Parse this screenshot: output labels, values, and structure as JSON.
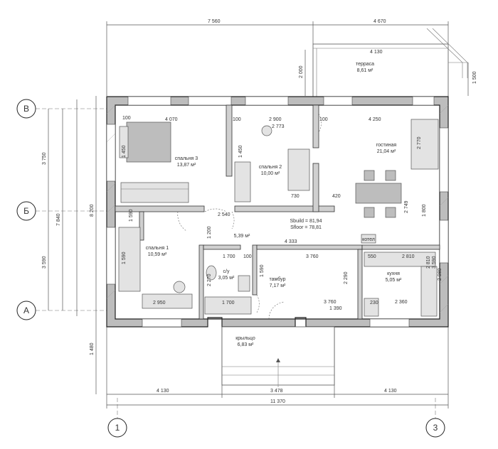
{
  "axes": {
    "A": "А",
    "B": "Б",
    "V": "В",
    "n1": "1",
    "n3": "3"
  },
  "rooms": {
    "terrace": {
      "name": "терраса",
      "area": "8,61 м²"
    },
    "bedroom3": {
      "name": "спальня 3",
      "area": "13,87 м²"
    },
    "bedroom2": {
      "name": "спальня 2",
      "area": "10,00 м²"
    },
    "living": {
      "name": "гостиная",
      "area": "21,04 м²"
    },
    "hall": {
      "area": "5,39 м²"
    },
    "bedroom1": {
      "name": "спальня 1",
      "area": "10,59 м²"
    },
    "bath": {
      "name": "с/у",
      "area": "3,05 м²"
    },
    "vestibule": {
      "name": "тамбур",
      "area": "7,17 м²"
    },
    "kitchen": {
      "name": "кухня",
      "area": "5,05 м²"
    },
    "porch": {
      "name": "крыльцо",
      "area": "6,83 м²"
    }
  },
  "totals": {
    "sbuild": "Sbuild = 81,94",
    "sfloor": "Sfloor = 78,81"
  },
  "kotel_label": "котел",
  "dims": {
    "top_total": "7 560",
    "top_right": "4 670",
    "terrace_w": "4 130",
    "terrace_h": "2 000",
    "terrace_right": "1 500",
    "left_v1": "3 750",
    "left_total": "7 840",
    "left_v2": "3 590",
    "left_total2": "8 200",
    "left_porch": "1 480",
    "bottom_a": "4 130",
    "bottom_b": "3 478",
    "bottom_c": "4 130",
    "bottom_total": "11 370",
    "d1": "4 070",
    "d2": "2 900",
    "d3": "2 773",
    "d4": "4 250",
    "d5": "100",
    "d6": "100",
    "d7": "100",
    "d8": "1 450",
    "d9": "1 450",
    "d10": "2 770",
    "d11": "420",
    "d12": "2 749",
    "d13": "1 800",
    "d14": "1 700",
    "d15": "100",
    "d16": "4 333",
    "d17": "3 760",
    "d18": "2 810",
    "d19": "550",
    "d20": "1 590",
    "d21": "2 290",
    "d22": "2 270",
    "d23": "2 950",
    "d24": "1 700",
    "d25": "1 590",
    "d26": "3 760",
    "d27": "1 390",
    "d28": "2 360",
    "d29": "2 980",
    "d30": "1 200",
    "d31": "2 540",
    "d32": "1 590",
    "d33": "730",
    "d34": "230",
    "d35": "3 590",
    "d36": "2 810"
  }
}
